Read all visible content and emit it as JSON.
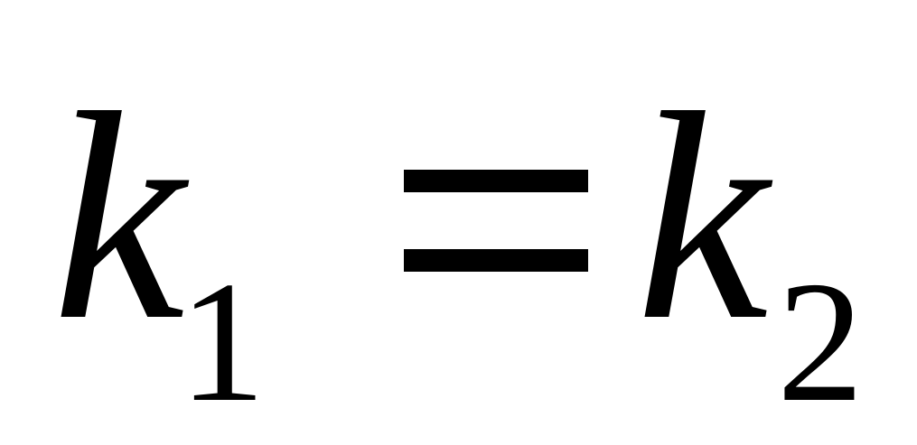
{
  "equation": {
    "left": {
      "variable": "k",
      "subscript": "1"
    },
    "operator": "=",
    "right": {
      "variable": "k",
      "subscript": "2"
    }
  }
}
